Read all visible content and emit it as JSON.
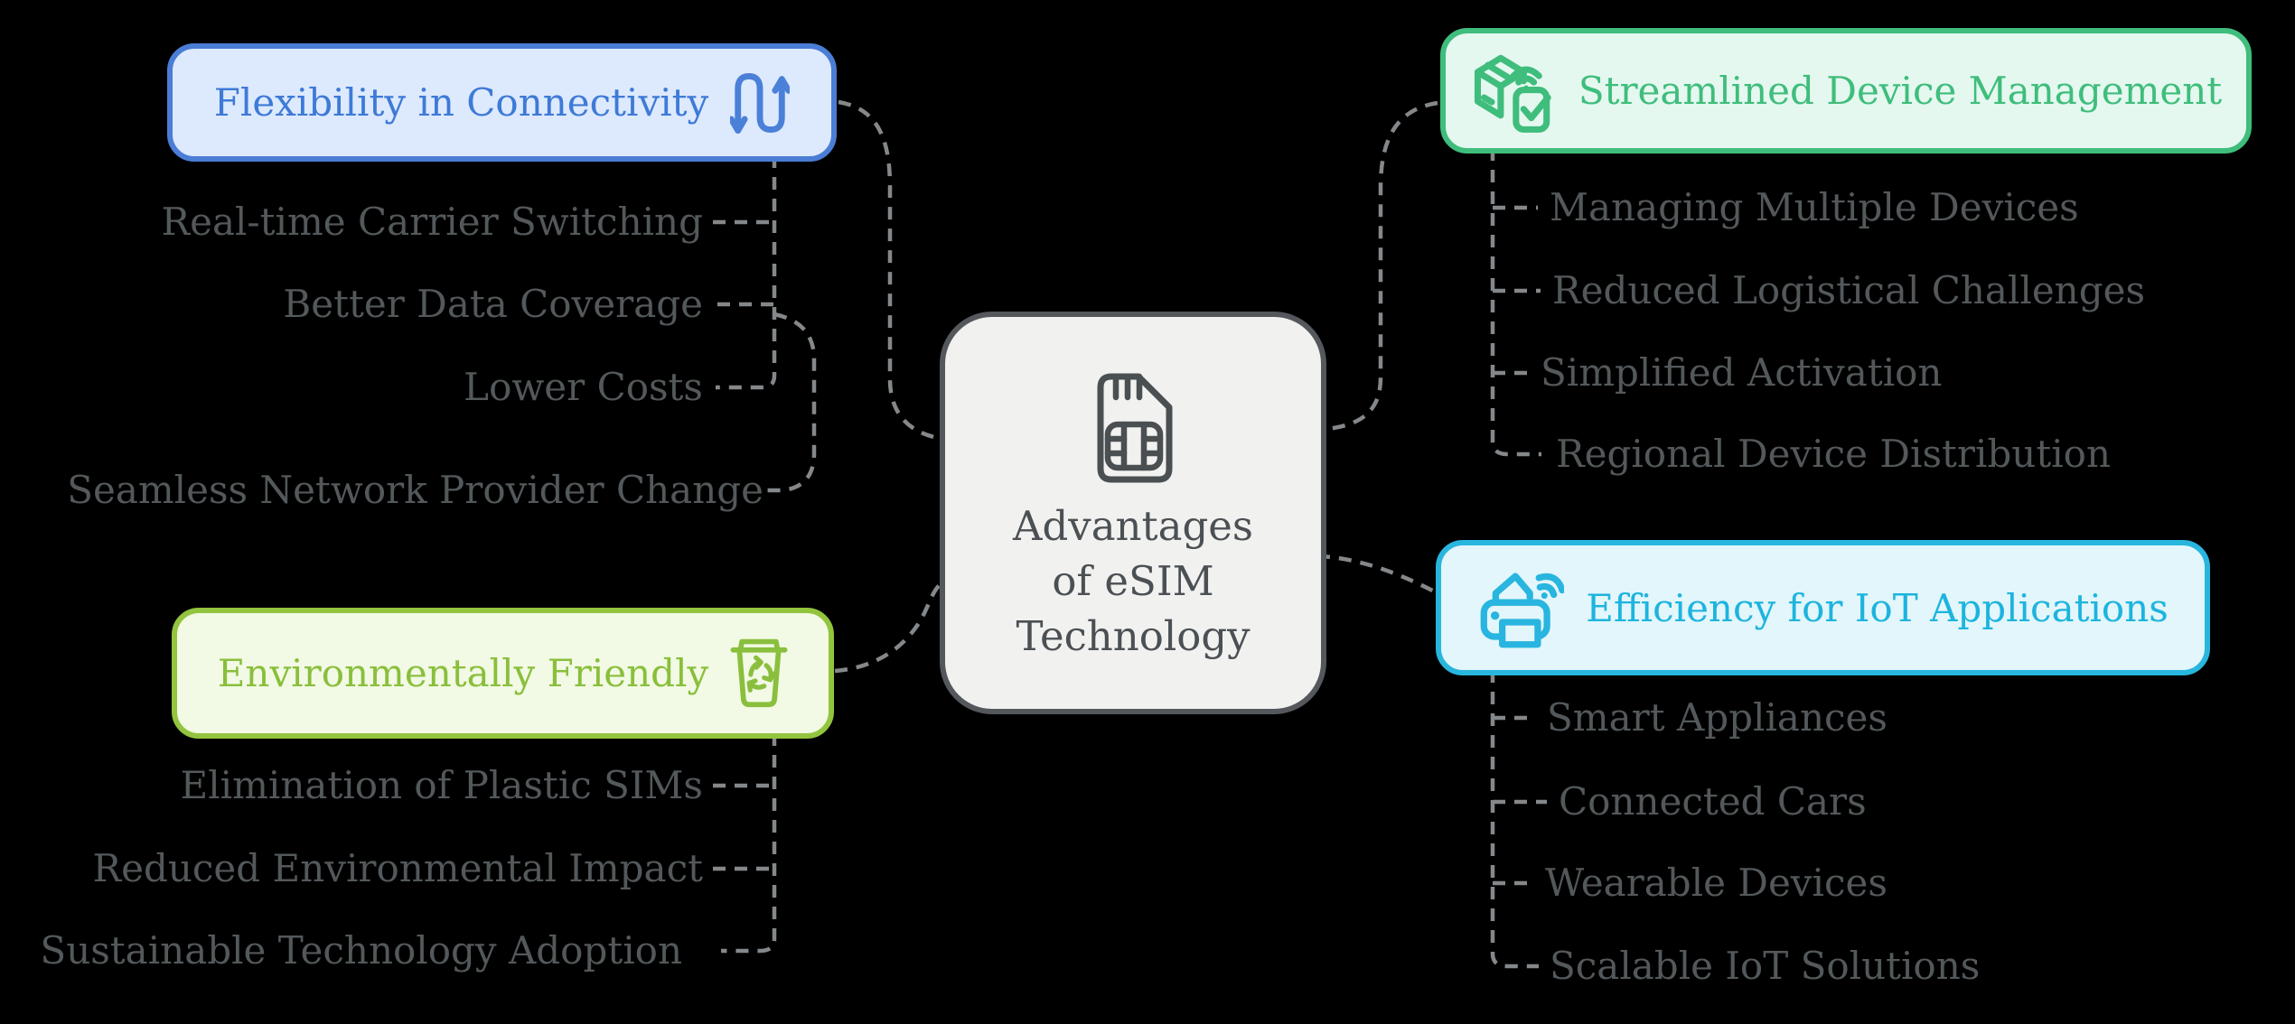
{
  "diagram": {
    "background": "#000000",
    "connector_color": "#84888b",
    "child_text_color": "#53585b",
    "center": {
      "title_lines": [
        "Advantages",
        "of eSIM",
        "Technology"
      ],
      "icon": "sim-card-icon",
      "fill": "#f1f1ef",
      "border": "#54585c",
      "text_color": "#4b5054"
    },
    "branches": [
      {
        "label": "Flexibility in Connectivity",
        "icon": "swap-arrows-icon",
        "border": "#4a7dd5",
        "fill": "#dde9fd",
        "text_color": "#3e7ad7",
        "children": [
          "Real-time Carrier Switching",
          "Better Data Coverage",
          "Lower Costs",
          "Seamless Network Provider Change"
        ]
      },
      {
        "label": "Streamlined Device Management",
        "icon": "package-device-check-icon",
        "border": "#3fbd7c",
        "fill": "#e4f8ef",
        "text_color": "#3fbd7c",
        "children": [
          "Managing Multiple Devices",
          "Reduced Logistical Challenges",
          "Simplified Activation",
          "Regional Device Distribution"
        ]
      },
      {
        "label": "Environmentally Friendly",
        "icon": "recycle-bin-icon",
        "border": "#93c43e",
        "fill": "#f2f9e4",
        "text_color": "#89bf3b",
        "children": [
          "Elimination of Plastic SIMs",
          "Reduced Environmental Impact",
          "Sustainable Technology Adoption"
        ]
      },
      {
        "label": "Efficiency for IoT Applications",
        "icon": "wireless-printer-icon",
        "border": "#28b6de",
        "fill": "#e2f6fb",
        "text_color": "#1db4de",
        "children": [
          "Smart Appliances",
          "Connected Cars",
          "Wearable Devices",
          "Scalable IoT Solutions"
        ]
      }
    ]
  }
}
